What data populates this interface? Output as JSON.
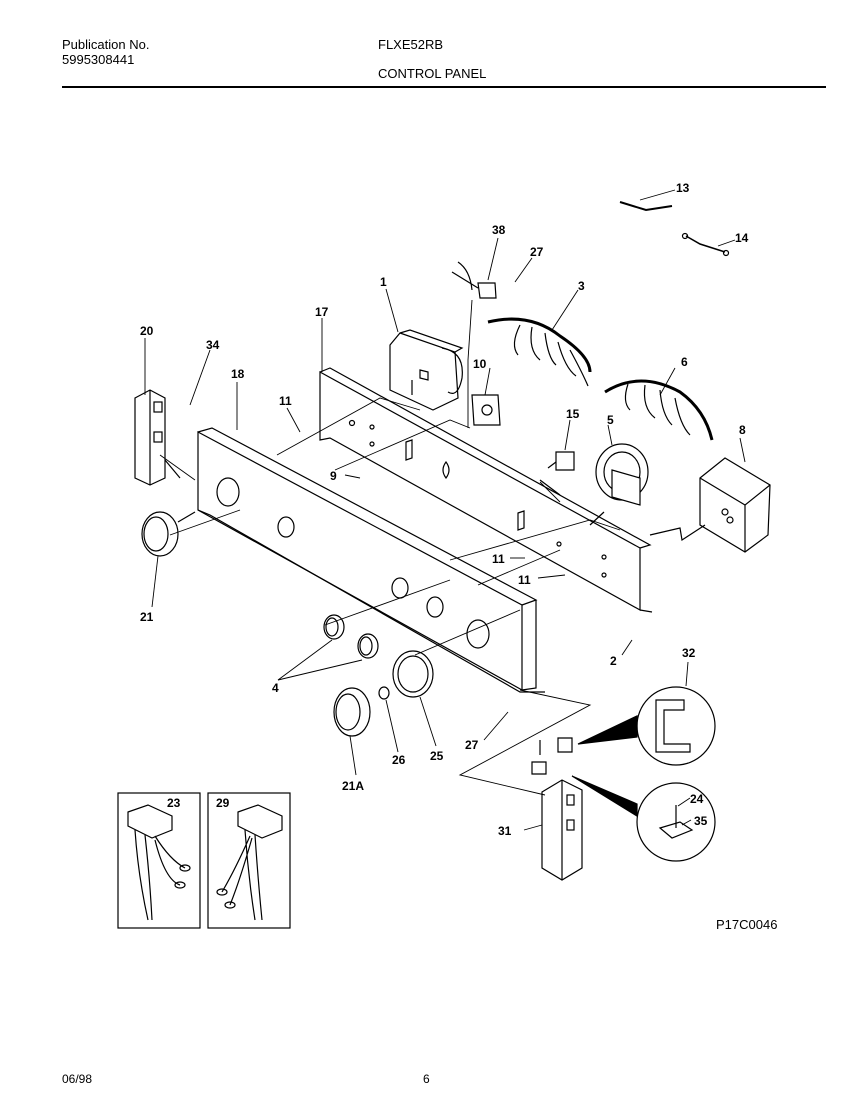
{
  "header": {
    "publication_label": "Publication No.",
    "publication_number": "5995308441",
    "model": "FLXE52RB",
    "section": "CONTROL PANEL"
  },
  "diagram": {
    "reference_code": "P17C0046",
    "callouts": {
      "c1": "1",
      "c2": "2",
      "c3": "3",
      "c4": "4",
      "c5": "5",
      "c6": "6",
      "c8": "8",
      "c9": "9",
      "c10": "10",
      "c11a": "11",
      "c11b": "11",
      "c11c": "11",
      "c13": "13",
      "c14": "14",
      "c15": "15",
      "c17": "17",
      "c18": "18",
      "c20": "20",
      "c21": "21",
      "c21a": "21A",
      "c23": "23",
      "c24": "24",
      "c25": "25",
      "c26": "26",
      "c27a": "27",
      "c27b": "27",
      "c29": "29",
      "c31": "31",
      "c32": "32",
      "c34": "34",
      "c35": "35",
      "c38": "38"
    }
  },
  "footer": {
    "date": "06/98",
    "page": "6"
  }
}
